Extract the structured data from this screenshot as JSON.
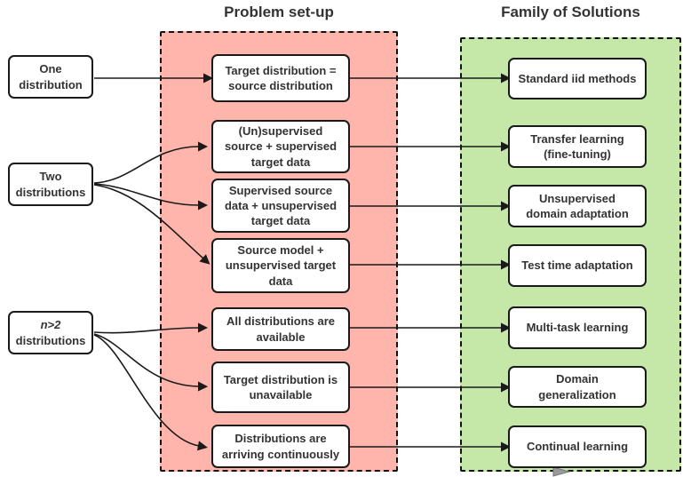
{
  "titles": {
    "problem_setup": "Problem set-up",
    "family_of_solutions": "Family of Solutions"
  },
  "left_nodes": [
    {
      "top": "One",
      "bottom": "distribution"
    },
    {
      "top": "Two",
      "bottom": "distributions"
    },
    {
      "top": "n>2",
      "bottom": "distributions"
    }
  ],
  "problem_boxes": [
    {
      "label": "Target distribution =\nsource distribution"
    },
    {
      "label": "(Un)supervised\nsource + supervised\ntarget data"
    },
    {
      "label": "Supervised source\ndata + unsupervised\ntarget data"
    },
    {
      "label": "Source model +\nunsupervised target\ndata"
    },
    {
      "label": "All distributions are\navailable"
    },
    {
      "label": "Target  distribution is\nunavailable"
    },
    {
      "label": "Distributions are\narriving continuously"
    }
  ],
  "solution_boxes": [
    {
      "label": "Standard iid methods"
    },
    {
      "label": "Transfer learning\n(fine-tuning)"
    },
    {
      "label": "Unsupervised\ndomain adaptation"
    },
    {
      "label": "Test time adaptation"
    },
    {
      "label": "Multi-task learning"
    },
    {
      "label": "Domain\ngeneralization"
    },
    {
      "label": "Continual learning"
    }
  ],
  "colors": {
    "problem_fill": "#FFB5AB",
    "solution_fill": "#C5E8A9",
    "box_fill": "#FFFFFF",
    "border": "#1A1A1A",
    "text": "#333333"
  }
}
